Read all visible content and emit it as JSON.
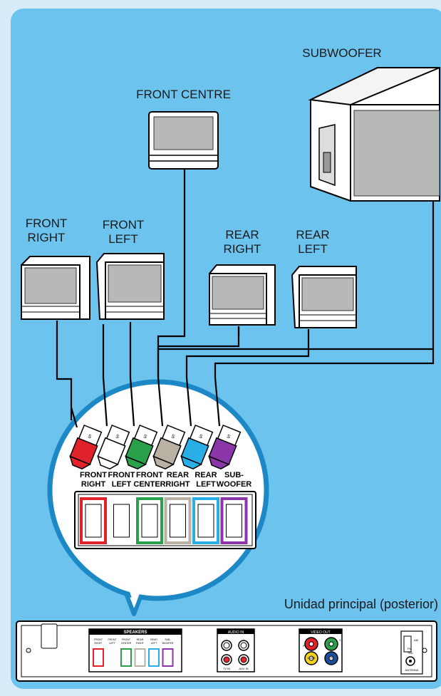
{
  "colors": {
    "page_bg": "#d7ecf8",
    "panel_bg": "#6cc3ee",
    "callout_border": "#1d88c6",
    "red": "#e0222a",
    "white": "#ffffff",
    "green": "#2aa04a",
    "grey": "#b8b1a4",
    "blue": "#2aaee6",
    "purple": "#8a35a8",
    "yellow": "#f2d21a",
    "dark_blue": "#1d4f9e"
  },
  "speakers": {
    "front_centre": "FRONT CENTRE",
    "subwoofer": "SUBWOOFER",
    "front_right": [
      "FRONT",
      "RIGHT"
    ],
    "front_left": [
      "FRONT",
      "LEFT"
    ],
    "rear_right": [
      "REAR",
      "RIGHT"
    ],
    "rear_left": [
      "REAR",
      "LEFT"
    ]
  },
  "connectors": [
    {
      "label": [
        "FRONT",
        "RIGHT"
      ],
      "color": "red",
      "code": "S"
    },
    {
      "label": [
        "FRONT",
        "LEFT"
      ],
      "color": "white",
      "code": "S"
    },
    {
      "label": [
        "FRONT",
        "CENTER"
      ],
      "color": "green",
      "code": "S"
    },
    {
      "label": [
        "REAR",
        "RIGHT"
      ],
      "color": "grey",
      "code": "S"
    },
    {
      "label": [
        "REAR",
        "LEFT"
      ],
      "color": "blue",
      "code": "S"
    },
    {
      "label": [
        "SUB-",
        "WOOFER"
      ],
      "color": "purple",
      "code": "S"
    }
  ],
  "main_unit": {
    "caption": "Unidad principal (posterior)",
    "speakers_header": "SPEAKERS",
    "speaker_small_labels": [
      [
        "FRONT",
        "RIGHT"
      ],
      [
        "FRONT",
        "LEFT"
      ],
      [
        "FRONT",
        "CENTER"
      ],
      [
        "REAR",
        "RIGHT"
      ],
      [
        "REAR",
        "LEFT"
      ],
      [
        "SUB-",
        "WOOFER"
      ]
    ],
    "audio_in": "AUDIO IN",
    "tv_in": "TV IN",
    "aux_in": "AUX IN",
    "video_out": "VIDEO OUT",
    "y": "Y",
    "pr": "Pr",
    "pb": "Pb",
    "cvbs": "CVBS",
    "fm": "FM",
    "fm_ohm": "75Ω",
    "antenna": "ANTENNA",
    "am": "AM"
  }
}
